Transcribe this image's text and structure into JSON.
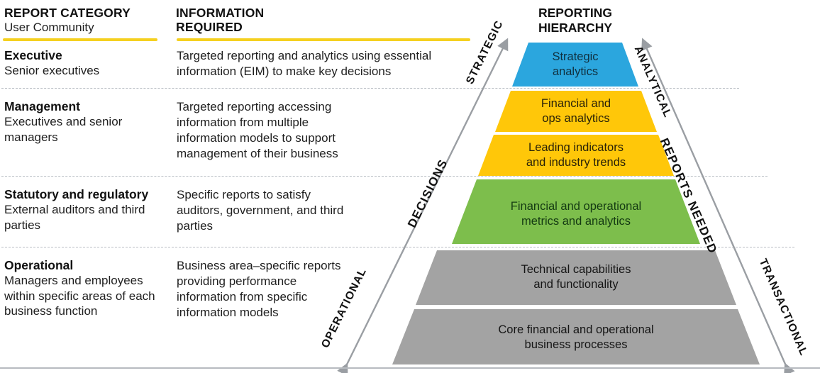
{
  "columns": {
    "category": {
      "title": "REPORT CATEGORY",
      "subtitle": "User Community"
    },
    "information": {
      "title_line1": "INFORMATION",
      "title_line2": "REQUIRED"
    },
    "hierarchy": {
      "title_line1": "REPORTING",
      "title_line2": "HIERARCHY"
    }
  },
  "rows": [
    {
      "category_title": "Executive",
      "category_body": "Senior executives",
      "information": "Targeted reporting and analytics using essential information (EIM) to make key decisions"
    },
    {
      "category_title": "Management",
      "category_body": "Executives and senior managers",
      "information": "Targeted reporting accessing information from multiple information models to support management of their business"
    },
    {
      "category_title": "Statutory and regulatory",
      "category_body": "External auditors and third parties",
      "information": "Specific reports to satisfy auditors, government, and third parties"
    },
    {
      "category_title": "Operational",
      "category_body": "Managers and employees within specific areas of each business function",
      "information": "Business area–specific reports providing performance information from specific information models"
    }
  ],
  "pyramid": {
    "bands": [
      {
        "label_line1": "Strategic",
        "label_line2": "analytics",
        "color": "#2BA6DE"
      },
      {
        "label_line1": "Financial and",
        "label_line2": "ops analytics",
        "color": "#FFC709"
      },
      {
        "label_line1": "Leading indicators",
        "label_line2": "and industry trends",
        "color": "#FFC709"
      },
      {
        "label_line1": "Financial and operational",
        "label_line2": "metrics and analytics",
        "color": "#7DBE4C"
      },
      {
        "label_line1": "Technical capabilities",
        "label_line2": "and functionality",
        "color": "#A3A3A3"
      },
      {
        "label_line1": "Core financial and operational",
        "label_line2": "business processes",
        "color": "#A3A3A3"
      }
    ]
  },
  "axes": {
    "left_upper": "STRATEGIC",
    "left_lower": "DECISIONS",
    "left_bottom": "OPERATIONAL",
    "right_upper": "ANALYTICAL",
    "right_mid": "REPORTS NEEDED",
    "right_lower": "TRANSACTIONAL"
  },
  "colors": {
    "accent_rule": "#f5d020",
    "blue": "#2BA6DE",
    "yellow": "#FFC709",
    "green": "#7DBE4C",
    "gray": "#A3A3A3",
    "divider": "#b9bec4"
  }
}
